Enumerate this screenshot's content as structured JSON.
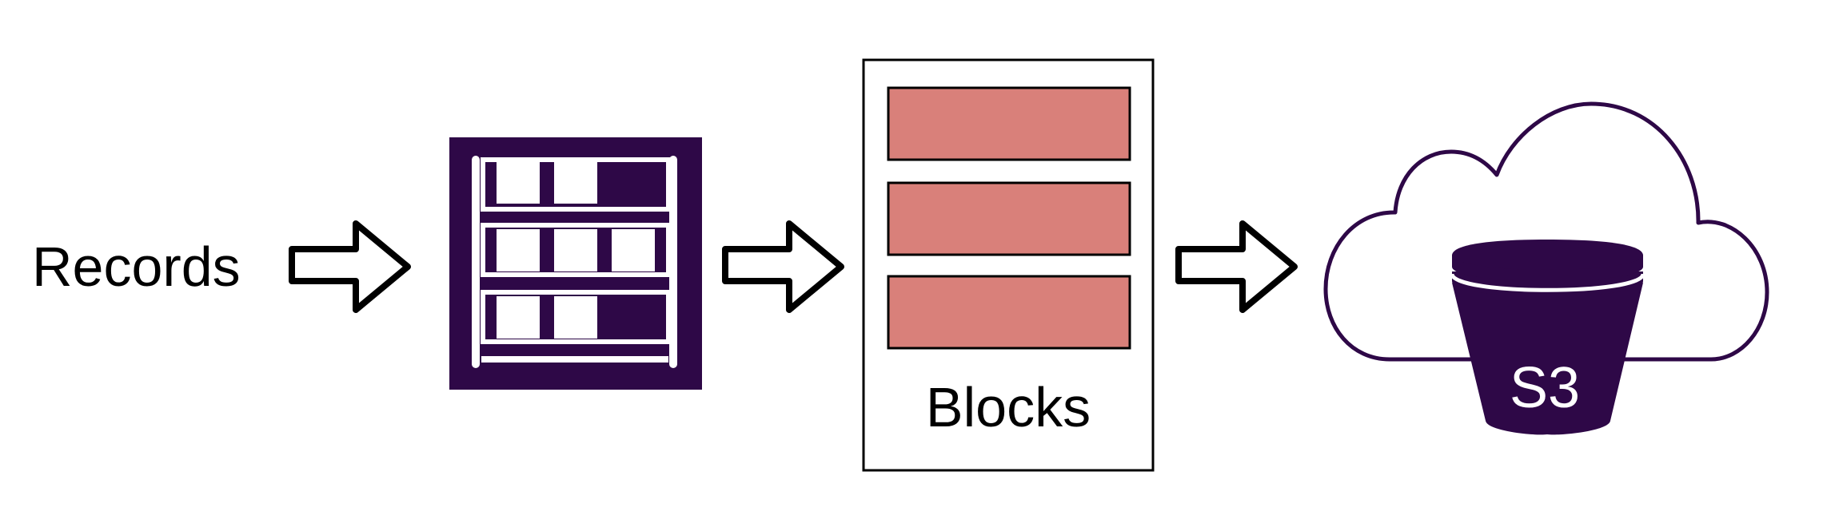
{
  "labels": {
    "records": "Records",
    "blocks": "Blocks",
    "s3": "S3"
  },
  "colors": {
    "primary": "#2E0847",
    "block_fill": "#D9807A",
    "outline": "#000000",
    "background": "#FFFFFF"
  },
  "icons": {
    "table": "table-icon",
    "cloud": "cloud-icon",
    "bucket": "s3-bucket-icon",
    "arrow": "right-arrow-icon"
  }
}
